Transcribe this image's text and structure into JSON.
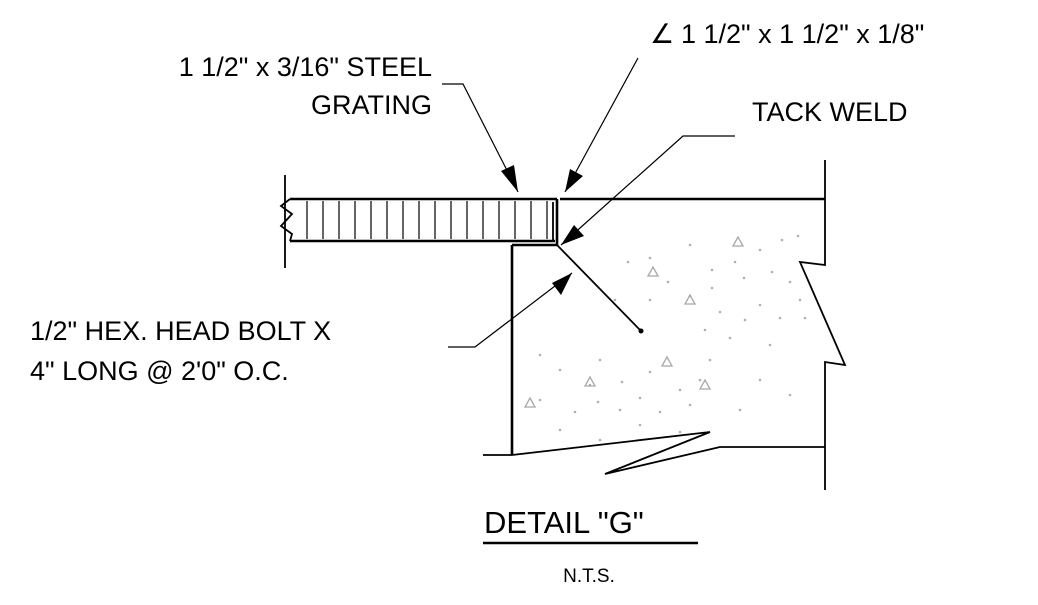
{
  "labels": {
    "grating_line1": "1 1/2\" x 3/16\" STEEL",
    "grating_line2": "GRATING",
    "angle_symbol": "∠",
    "angle_size": "1 1/2\" x 1 1/2\" x 1/8\"",
    "tack_weld": "TACK WELD",
    "bolt_line1": "1/2\" HEX. HEAD BOLT X",
    "bolt_line2": "4\" LONG @ 2'0\"  O.C."
  },
  "title": {
    "text": "DETAIL  \"G\"",
    "scale": "N.T.S."
  },
  "colors": {
    "linework": "#000000",
    "concrete_aggregate": "#b0b0b0"
  }
}
